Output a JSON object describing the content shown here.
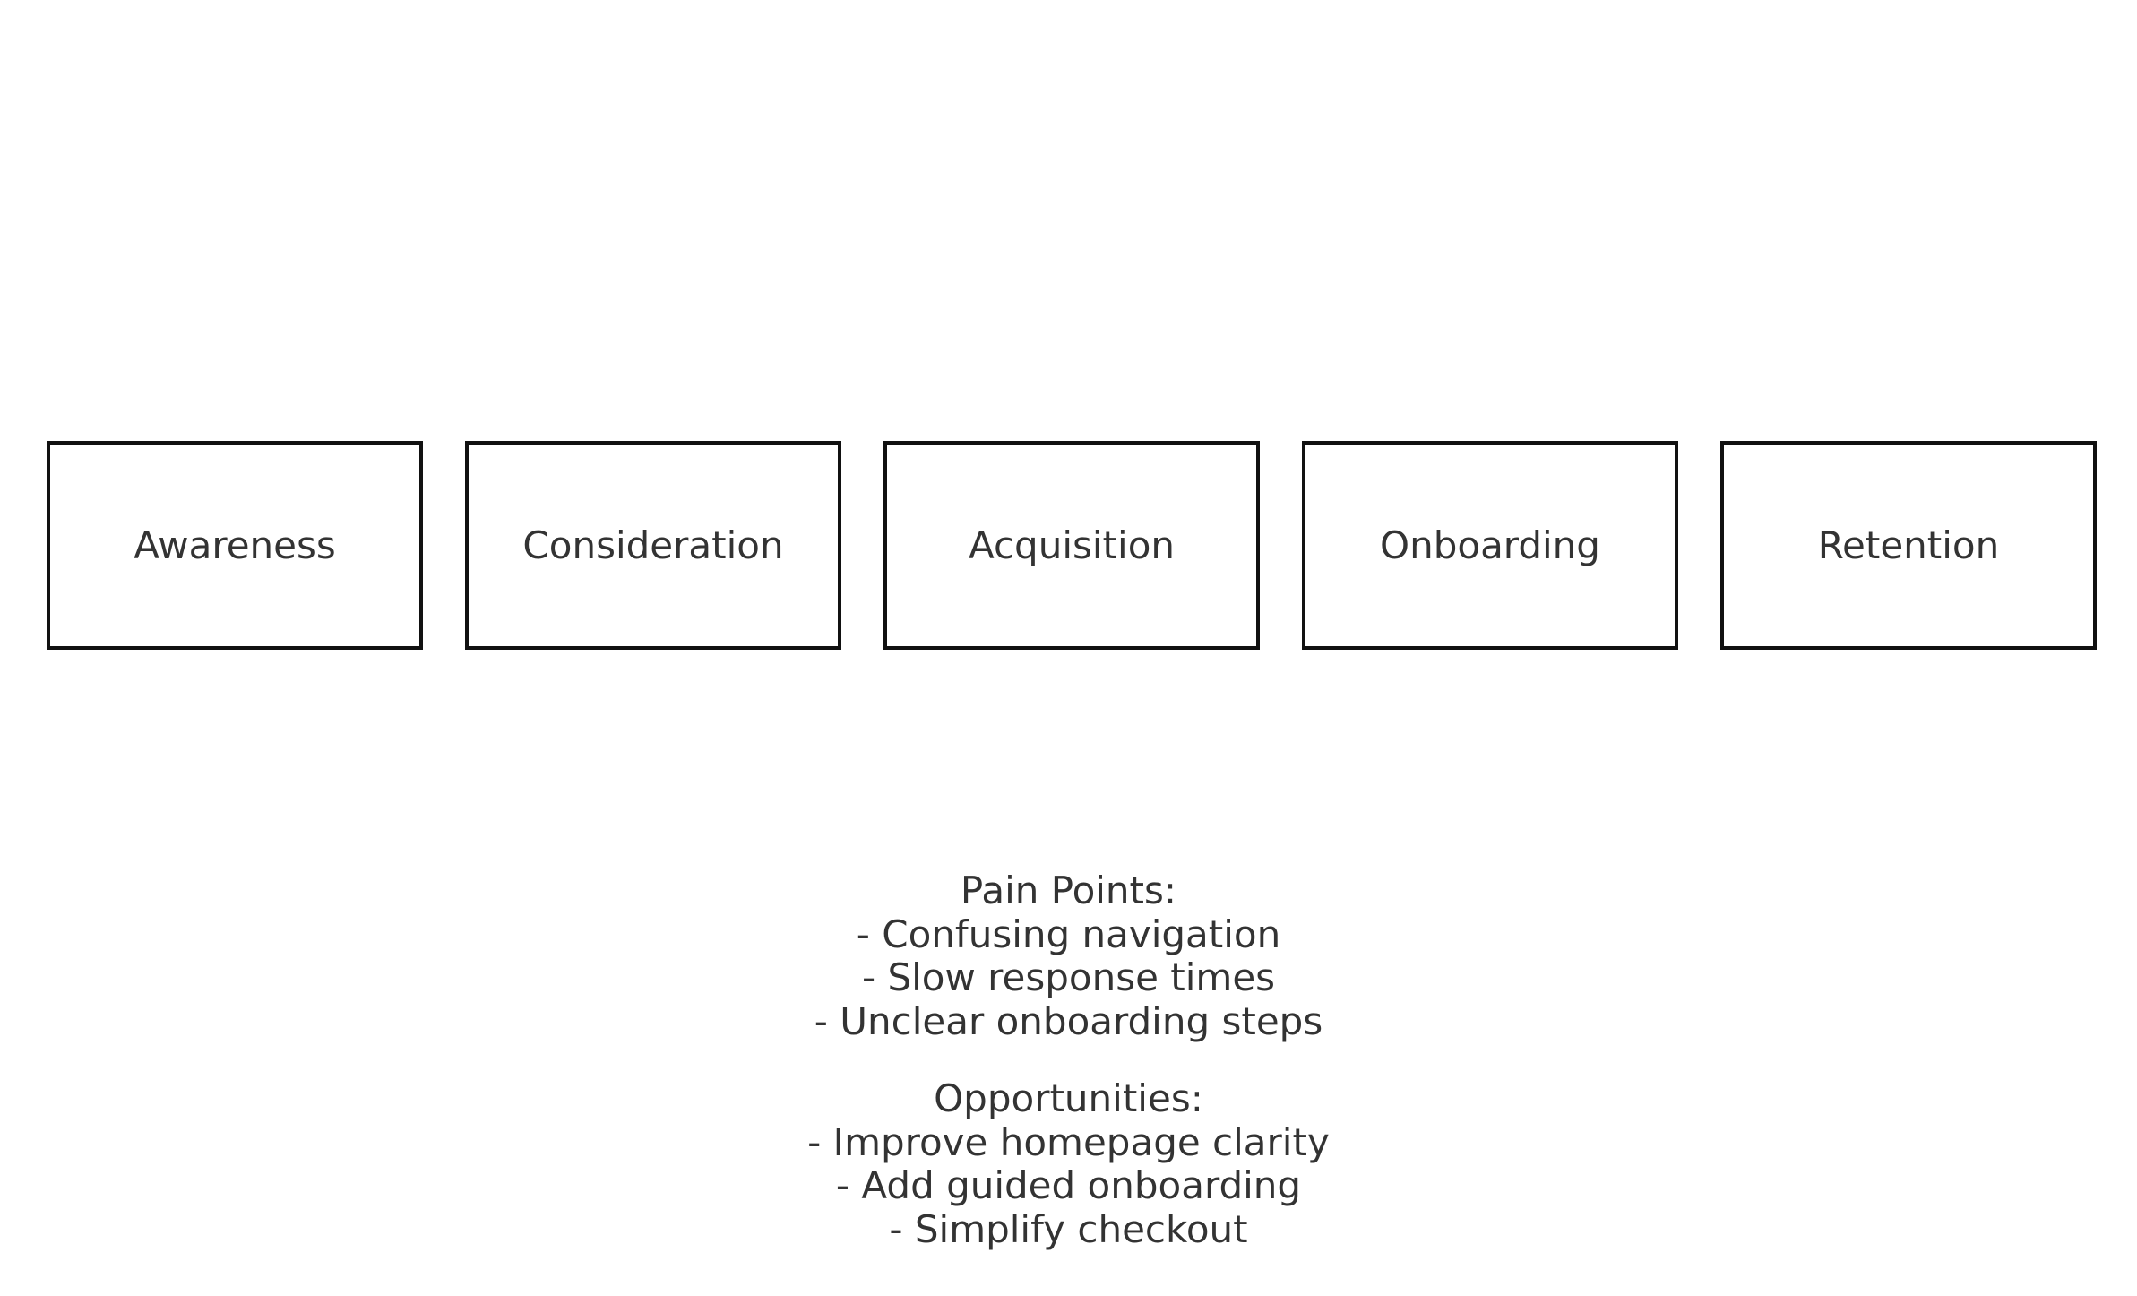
{
  "stages": [
    {
      "label": "Awareness"
    },
    {
      "label": "Consideration"
    },
    {
      "label": "Acquisition"
    },
    {
      "label": "Onboarding"
    },
    {
      "label": "Retention"
    }
  ],
  "pain_points": {
    "heading": "Pain Points:",
    "items": [
      "- Confusing navigation",
      "- Slow response times",
      "- Unclear onboarding steps"
    ]
  },
  "opportunities": {
    "heading": "Opportunities:",
    "items": [
      "- Improve homepage clarity",
      "- Add guided onboarding",
      "- Simplify checkout"
    ]
  }
}
